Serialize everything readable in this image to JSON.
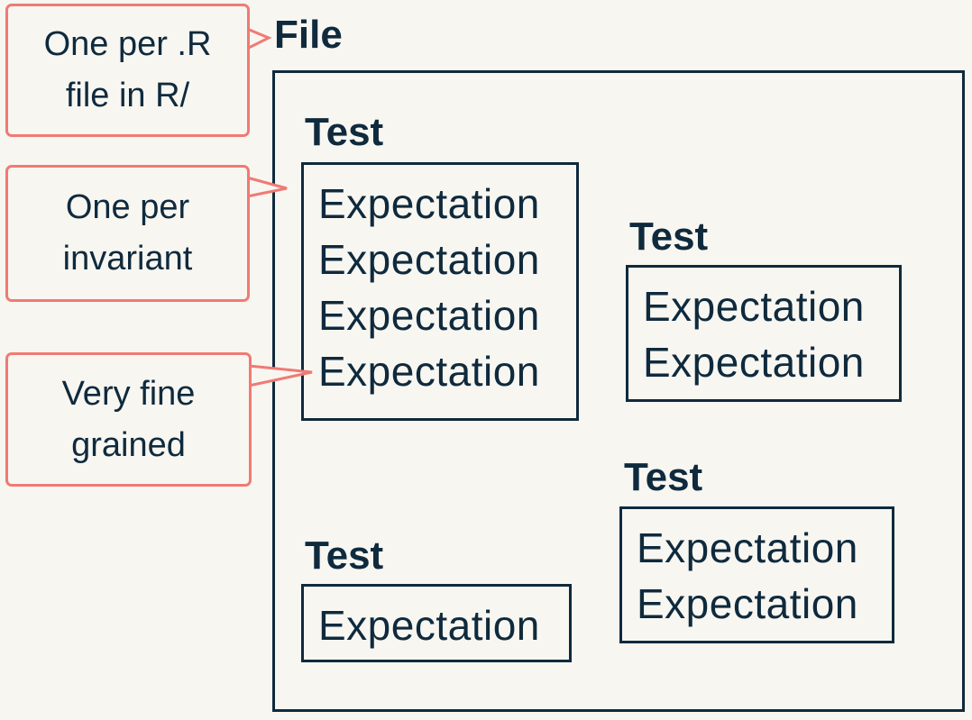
{
  "file": {
    "label": "File"
  },
  "tests": [
    {
      "label": "Test",
      "expectations": [
        "Expectation",
        "Expectation",
        "Expectation",
        "Expectation"
      ]
    },
    {
      "label": "Test",
      "expectations": [
        "Expectation",
        "Expectation"
      ]
    },
    {
      "label": "Test",
      "expectations": [
        "Expectation",
        "Expectation"
      ]
    },
    {
      "label": "Test",
      "expectations": [
        "Expectation"
      ]
    }
  ],
  "callouts": [
    {
      "line1": "One per .R",
      "line2": "file in R/"
    },
    {
      "line1": "One per",
      "line2": "invariant"
    },
    {
      "line1": "Very fine",
      "line2": "grained"
    }
  ],
  "colors": {
    "ink": "#0f2a3d",
    "callout_border": "#f07a74",
    "background": "#f8f6f1"
  }
}
